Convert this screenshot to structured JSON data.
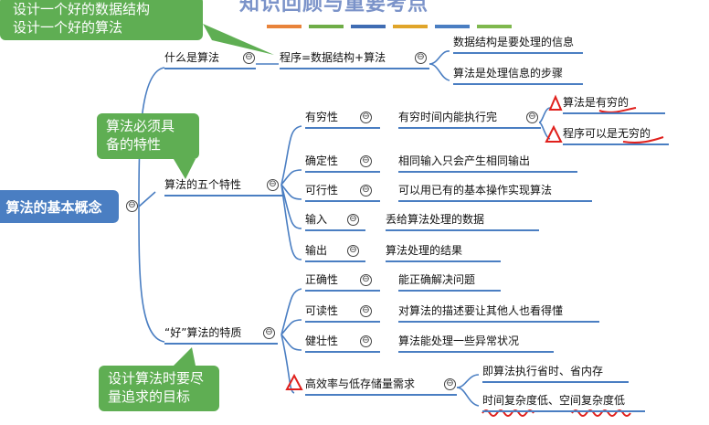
{
  "header": {
    "title": "知识回顾与重要考点"
  },
  "colors": {
    "strip": [
      "#e8833a",
      "#6fad47",
      "#3f6cb3",
      "#e0a52a",
      "#4a7ec2",
      "#7fb84e"
    ]
  },
  "callouts": {
    "top": [
      "设计一个好的数据结构",
      "设计一个好的算法"
    ],
    "traits": [
      "算法必须具",
      "备的特性"
    ],
    "goal": [
      "设计算法时要尽",
      "量追求的目标"
    ]
  },
  "root": {
    "label": "算法的基本概念"
  },
  "what_is": {
    "label": "什么是算法",
    "formula": "程序=数据结构+算法",
    "children": [
      "数据结构是要处理的信息",
      "算法是处理信息的步骤"
    ]
  },
  "five": {
    "label": "算法的五个特性",
    "items": [
      {
        "name": "有穷性",
        "desc": "有穷时间内能执行完"
      },
      {
        "name": "确定性",
        "desc": "相同输入只会产生相同输出"
      },
      {
        "name": "可行性",
        "desc": "可以用已有的基本操作实现算法"
      },
      {
        "name": "输入",
        "desc": "丢给算法处理的数据"
      },
      {
        "name": "输出",
        "desc": "算法处理的结果"
      }
    ],
    "finite_notes": [
      "算法是有穷的",
      "程序可以是无穷的"
    ]
  },
  "good": {
    "label": "“好”算法的特质",
    "items": [
      {
        "name": "正确性",
        "desc": "能正确解决问题"
      },
      {
        "name": "可读性",
        "desc": "对算法的描述要让其他人也看得懂"
      },
      {
        "name": "健壮性",
        "desc": "算法能处理一些异常状况"
      }
    ],
    "efficiency": {
      "name": "高效率与低存储量需求",
      "children": [
        "即算法执行省时、省内存",
        "时间复杂度低、空间复杂度低"
      ]
    }
  },
  "collapse_glyph": "⊖"
}
